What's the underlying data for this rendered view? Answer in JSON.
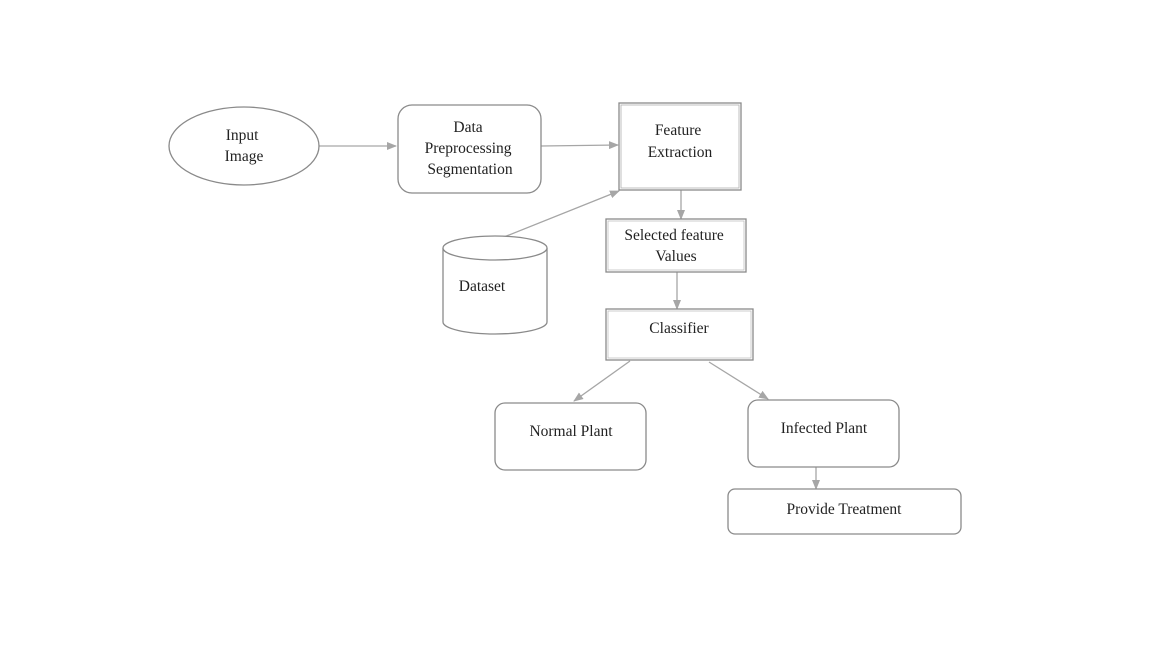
{
  "diagram": {
    "nodes": {
      "input_image": {
        "lines": [
          "Input",
          "Image"
        ]
      },
      "preprocessing": {
        "lines": [
          "Data",
          "Preprocessing",
          "Segmentation"
        ]
      },
      "feature_extraction": {
        "lines": [
          "Feature",
          "Extraction"
        ]
      },
      "dataset": {
        "lines": [
          "Dataset"
        ]
      },
      "selected_features": {
        "lines": [
          "Selected feature",
          "Values"
        ]
      },
      "classifier": {
        "lines": [
          "Classifier"
        ]
      },
      "normal_plant": {
        "lines": [
          "Normal Plant"
        ]
      },
      "infected_plant": {
        "lines": [
          "Infected Plant"
        ]
      },
      "provide_treatment": {
        "lines": [
          "Provide Treatment"
        ]
      }
    },
    "edges": [
      {
        "from": "input_image",
        "to": "preprocessing"
      },
      {
        "from": "preprocessing",
        "to": "feature_extraction"
      },
      {
        "from": "dataset",
        "to": "feature_extraction"
      },
      {
        "from": "feature_extraction",
        "to": "selected_features"
      },
      {
        "from": "selected_features",
        "to": "classifier"
      },
      {
        "from": "classifier",
        "to": "normal_plant"
      },
      {
        "from": "classifier",
        "to": "infected_plant"
      },
      {
        "from": "infected_plant",
        "to": "provide_treatment"
      }
    ],
    "colors": {
      "stroke": "#8a8a8a",
      "arrow": "#a6a6a6",
      "text": "#222222",
      "fill": "#ffffff"
    }
  }
}
